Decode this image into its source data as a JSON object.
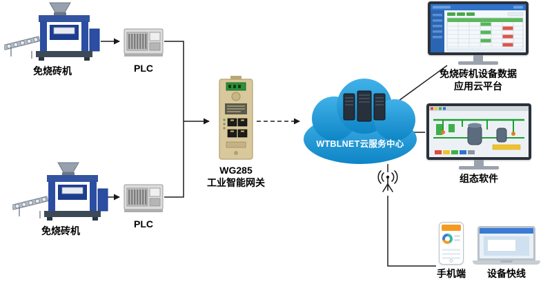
{
  "nodes": {
    "machine_top": {
      "label": "免烧砖机"
    },
    "plc_top": {
      "label": "PLC"
    },
    "machine_bottom": {
      "label": "免烧砖机"
    },
    "plc_bottom": {
      "label": "PLC"
    },
    "gateway": {
      "model": "WG285",
      "name": "工业智能网关"
    },
    "cloud": {
      "label": "WTBLNET云服务中心"
    },
    "platform": {
      "label_line1": "免烧砖机设备数据",
      "label_line2": "应用云平台"
    },
    "scada": {
      "label": "组态软件"
    },
    "mobile": {
      "label": "手机端"
    },
    "device_express": {
      "label": "设备快线"
    }
  },
  "icons": {
    "antenna": "wireless-antenna-icon",
    "cloud_servers": "server-rack-icon",
    "monitors": "desktop-monitor-icon",
    "phone": "smartphone-icon",
    "laptop": "laptop-icon"
  },
  "colors": {
    "machine_blue": "#2b4ea2",
    "cloud_blue": "#1f9cd9",
    "gateway_tan": "#d9c89c",
    "connector_black": "#1a1a1a",
    "scada_green": "#19a12f",
    "table_green": "#5cb85c",
    "alert_red": "#df5549"
  }
}
